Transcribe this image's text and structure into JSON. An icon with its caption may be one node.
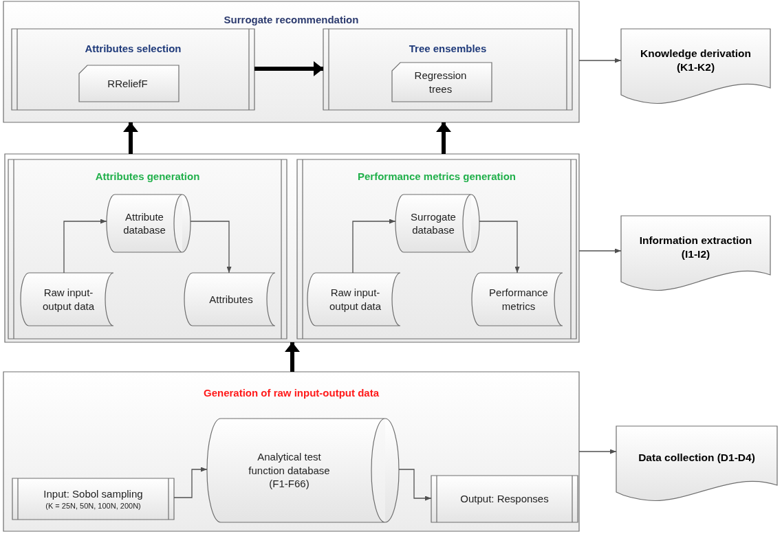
{
  "diagram": {
    "nodes": [
      {
        "text": [
          "Surrogate recommendation"
        ]
      },
      {
        "text": [
          "Attributes selection"
        ],
        "in": 0
      },
      {
        "text": [
          "RReliefF"
        ],
        "in": 1
      },
      {
        "text": [
          "Tree ensembles"
        ],
        "in": 0
      },
      {
        "text": [
          "Regression trees"
        ],
        "in": 3
      },
      {
        "text": [],
        "shape": "box"
      },
      {
        "text": [
          "Attributes generation"
        ],
        "in": 5
      },
      {
        "text": [
          "Attribute database"
        ],
        "in": 6
      },
      {
        "text": [
          "Raw input-output data"
        ],
        "in": 6
      },
      {
        "text": [
          "Attributes"
        ],
        "in": 6
      },
      {
        "text": [
          "Performance metrics generation"
        ],
        "in": 5
      },
      {
        "text": [
          "Surrogate database"
        ],
        "in": 10
      },
      {
        "text": [
          "Raw input-output data"
        ],
        "in": 10
      },
      {
        "text": [
          "Performance metrics"
        ],
        "in": 10
      },
      {
        "text": [
          "Generation of raw input-output data"
        ]
      },
      {
        "text": [
          "Input: Sobol sampling",
          "(K = 25N, 50N, 100N, 200N)"
        ],
        "in": 14
      },
      {
        "text": [
          "Analytical test function database (F1-F66)"
        ],
        "in": 14
      },
      {
        "text": [
          "Output: Responses"
        ],
        "in": 14
      },
      {
        "text": [
          "Knowledge derivation (K1-K2)"
        ]
      },
      {
        "text": [
          "Information extraction (I1-I2)"
        ]
      },
      {
        "text": [
          "Data collection (D1-D4)"
        ]
      }
    ],
    "edges": [
      {
        "from": 1,
        "to": 3,
        "arrow": "to",
        "style": "thick"
      },
      {
        "from": 5,
        "to": 0,
        "arrow": "to",
        "style": "thick"
      },
      {
        "from": 5,
        "to": 0,
        "arrow": "to",
        "style": "thick"
      },
      {
        "from": 14,
        "to": 5,
        "arrow": "to",
        "style": "thick"
      },
      {
        "from": 0,
        "to": 18,
        "arrow": "to"
      },
      {
        "from": 5,
        "to": 19,
        "arrow": "to"
      },
      {
        "from": 14,
        "to": 20,
        "arrow": "to"
      },
      {
        "from": 8,
        "to": 7,
        "arrow": "to"
      },
      {
        "from": 7,
        "to": 9,
        "arrow": "to"
      },
      {
        "from": 12,
        "to": 11,
        "arrow": "to"
      },
      {
        "from": 11,
        "to": 13,
        "arrow": "to"
      },
      {
        "from": 15,
        "to": 16,
        "arrow": "to"
      },
      {
        "from": 16,
        "to": 17,
        "arrow": "to"
      }
    ]
  }
}
